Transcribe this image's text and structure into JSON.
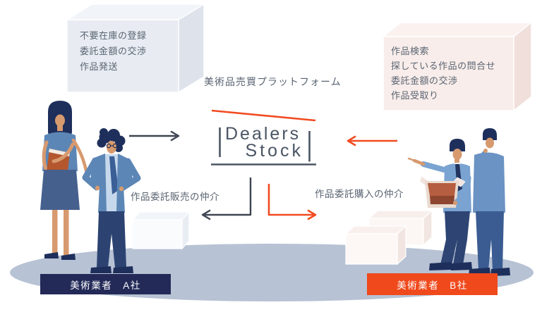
{
  "title": "美術品売買プラットフォーム",
  "logo": {
    "line1": "Dealers",
    "line2": "Stock"
  },
  "seller_box": {
    "items": [
      "不要在庫の登録",
      "委託金額の交渉",
      "作品発送"
    ]
  },
  "buyer_box": {
    "items": [
      "作品検索",
      "探している作品の問合せ",
      "委託金額の交渉",
      "作品受取り"
    ]
  },
  "flows": {
    "sell": "作品委託販売の仲介",
    "buy": "作品委託購入の仲介"
  },
  "companies": {
    "seller": "美術業者　A社",
    "buyer": "美術業者　B社"
  },
  "colors": {
    "accent_orange": "#F14B21",
    "badge_navy": "#232A58",
    "badge_orange": "#F0491C",
    "arrow_dark": "#3D4450",
    "text_gray": "#5A6472",
    "logo_ink": "#4A5564",
    "platform_gray": "#B7C2D4"
  }
}
